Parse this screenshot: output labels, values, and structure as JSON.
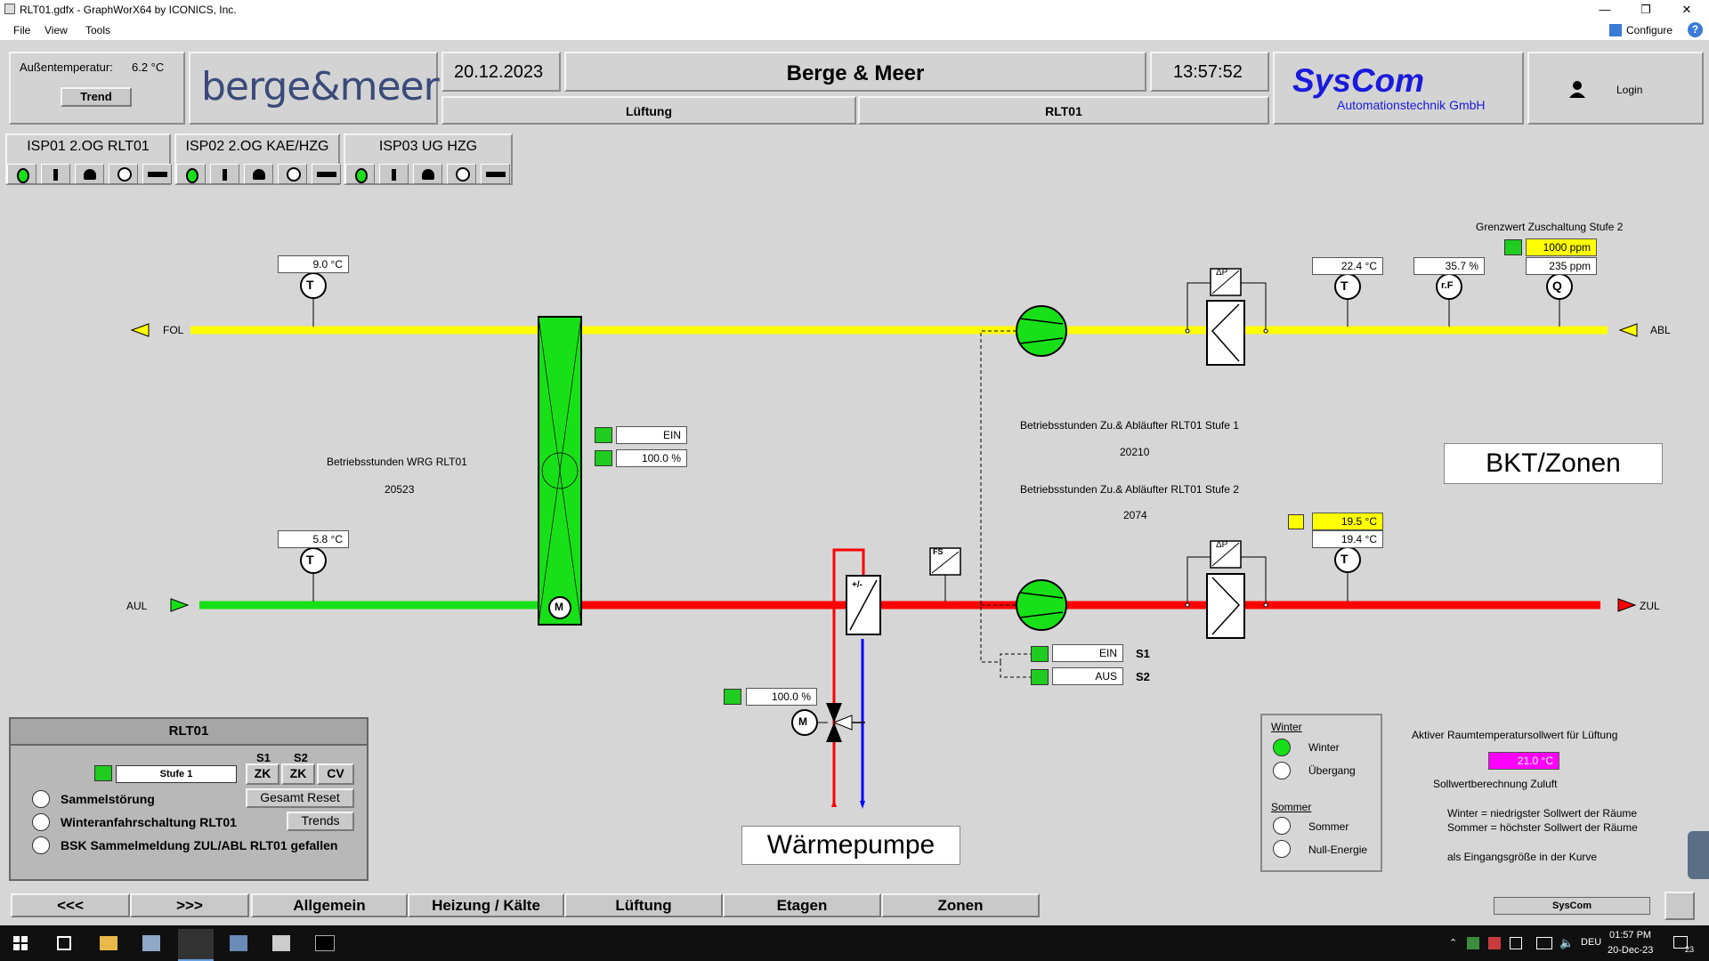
{
  "window": {
    "title": "RLT01.gdfx - GraphWorX64 by ICONICS, Inc.",
    "configure": "Configure"
  },
  "menu": [
    "File",
    "View",
    "Tools"
  ],
  "header": {
    "outside_temp_label": "Außentemperatur:",
    "outside_temp_value": "6.2 °C",
    "trend_button": "Trend",
    "logo_text": "berge&meer",
    "date": "20.12.2023",
    "title": "Berge & Meer",
    "time": "13:57:52",
    "area": "Lüftung",
    "unit": "RLT01",
    "syscom_name": "SysCom",
    "syscom_sub": "Automationstechnik GmbH",
    "login": "Login"
  },
  "isp_tabs": [
    "ISP01 2.OG RLT01",
    "ISP02 2.OG KAE/HZG",
    "ISP03 UG HZG"
  ],
  "process": {
    "fol_label": "FOL",
    "abl_label": "ABL",
    "aul_label": "AUL",
    "zul_label": "ZUL",
    "fol_temp": "9.0 °C",
    "aul_temp": "5.8 °C",
    "wrg_state": "EIN",
    "wrg_percent": "100.0 %",
    "wrg_hours_label": "Betriebsstunden WRG RLT01",
    "wrg_hours_value": "20523",
    "abl_temp": "22.4 °C",
    "abl_rh": "35.7 %",
    "grenzwert_label": "Grenzwert Zuschaltung Stufe 2",
    "grenzwert_value": "1000 ppm",
    "co2_value": "235 ppm",
    "fan_hours_s1_label": "Betriebsstunden Zu.& Abläufter RLT01 Stufe 1",
    "fan_hours_s1_value": "20210",
    "fan_hours_s2_label": "Betriebsstunden Zu.& Abläufter RLT01 Stufe 2",
    "fan_hours_s2_value": "2074",
    "bkt_button": "BKT/Zonen",
    "zul_setpoint": "19.5 °C",
    "zul_temp": "19.4 °C",
    "s1_state": "EIN",
    "s2_state": "AUS",
    "s1_label": "S1",
    "s2_label": "S2",
    "valve_percent": "100.0 %",
    "waermepumpe_button": "Wärmepumpe",
    "tag_dp": "ΔP",
    "tag_t": "T",
    "tag_rf": "r.F",
    "tag_q": "Q",
    "tag_m": "M",
    "tag_fs": "FS",
    "tag_pm": "+/-"
  },
  "season": {
    "winter_header": "Winter",
    "winter": "Winter",
    "uebergang": "Übergang",
    "sommer_header": "Sommer",
    "sommer": "Sommer",
    "null_energie": "Null-Energie"
  },
  "room": {
    "active_label": "Aktiver Raumtemperatursollwert für Lüftung",
    "setpoint": "21.0 °C",
    "calc_label": "Sollwertberechnung Zuluft",
    "winter_note": "Winter = niedrigster Sollwert der Räume",
    "summer_note": "Sommer = höchster Sollwert der Räume",
    "input_note": "als Eingangsgröße in der Kurve"
  },
  "rlt_box": {
    "title": "RLT01",
    "stage": "Stufe 1",
    "s1": "S1",
    "s2": "S2",
    "zk1": "ZK",
    "zk2": "ZK",
    "cv": "CV",
    "sammelstoerung": "Sammelstörung",
    "gesamt_reset": "Gesamt Reset",
    "winteranfahr": "Winteranfahrschaltung RLT01",
    "trends": "Trends",
    "bsk": "BSK Sammelmeldung ZUL/ABL RLT01 gefallen"
  },
  "nav": {
    "prev": "<<<",
    "next": ">>>",
    "allgemein": "Allgemein",
    "heizung": "Heizung / Kälte",
    "lueftung": "Lüftung",
    "etagen": "Etagen",
    "zonen": "Zonen",
    "syscom": "SysCom"
  },
  "taskbar": {
    "lang": "DEU",
    "time": "01:57 PM",
    "date": "20-Dec-23",
    "notif": "23"
  },
  "colors": {
    "yellow": "#ffff00",
    "green": "#18e018",
    "red": "#ff0000",
    "blue": "#0000ff",
    "magenta": "#ff00ff",
    "syscom_blue": "#1a1adc",
    "logo": "#3a4a7a"
  }
}
